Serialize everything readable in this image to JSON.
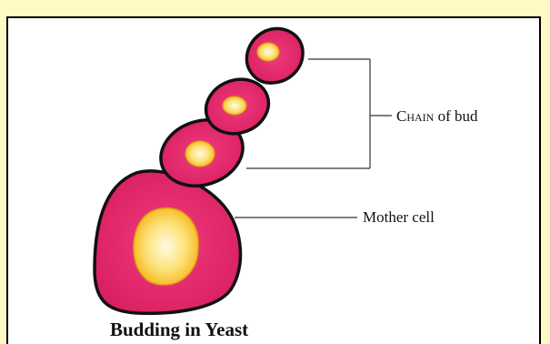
{
  "labels": {
    "chain_prefix": "Chain",
    "chain_suffix": " of bud",
    "mother_cell": "Mother cell"
  },
  "caption": "Budding in Yeast",
  "colors": {
    "page_background": "#FFF9C4",
    "panel_background": "#FFFFFF",
    "cell_fill": "#E4276B",
    "cell_outline": "#111111",
    "nucleus_outer": "#F6B51A",
    "nucleus_inner": "#FFFBE6",
    "leader_line": "#333333"
  }
}
